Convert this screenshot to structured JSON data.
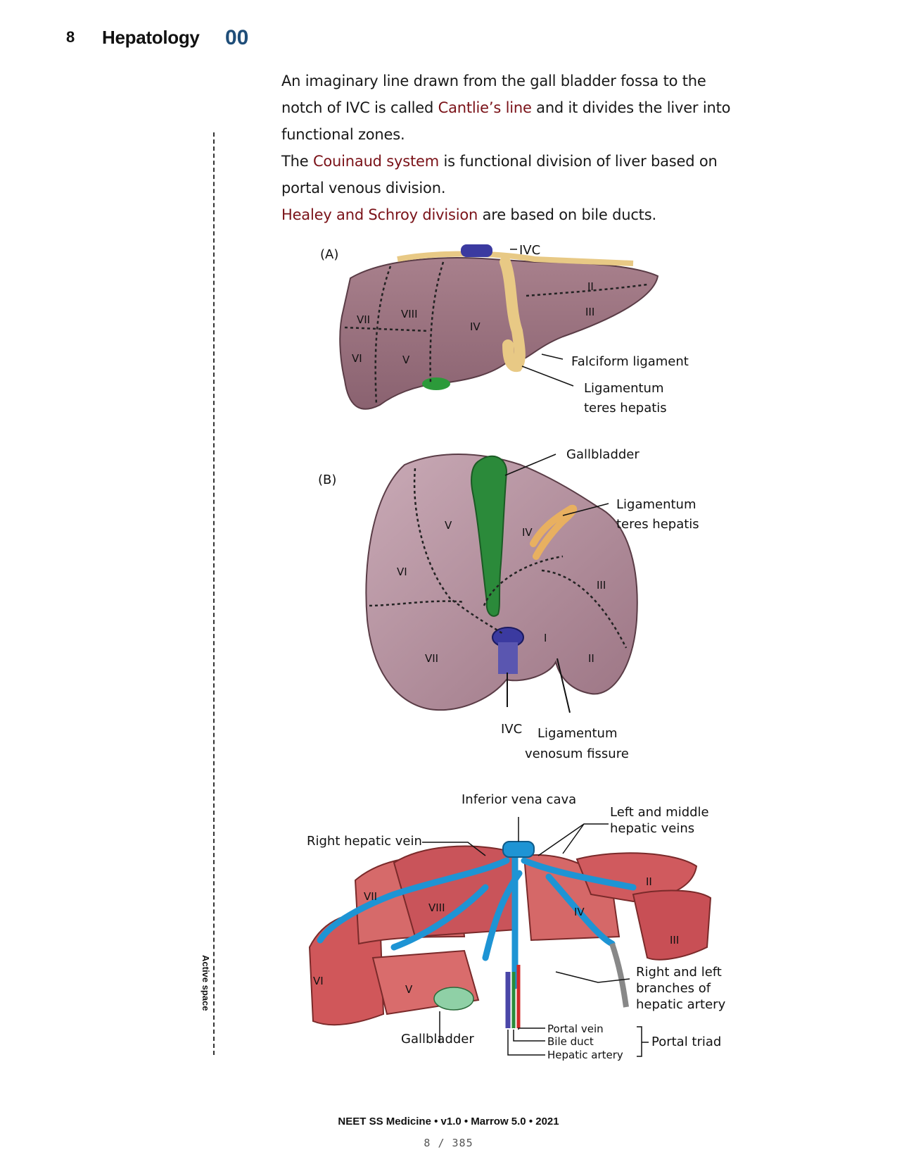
{
  "header": {
    "page_number": "8",
    "title": "Hepatology",
    "code": "00"
  },
  "sidebar": {
    "active_space": "Active space"
  },
  "body": {
    "p1_a": "An imaginary line drawn from the gall bladder fossa to the notch of IVC is called ",
    "p1_hl": "Cantlie’s line",
    "p1_b": " and it divides the liver into functional zones.",
    "p2_a": "The ",
    "p2_hl": "Couinaud system",
    "p2_b": " is functional division of liver based on portal venous division.",
    "p3_hl": "Healey and Schroy division",
    "p3_b": " are based on bile ducts."
  },
  "figA": {
    "tag": "(A)",
    "ivc": "IVC",
    "falciform": "Falciform ligament",
    "teres1": "Ligamentum",
    "teres2": "teres hepatis",
    "seg_vii": "VII",
    "seg_viii": "VIII",
    "seg_iv": "IV",
    "seg_vi": "VI",
    "seg_v": "V",
    "seg_ii": "II",
    "seg_iii": "III"
  },
  "figB": {
    "tag": "(B)",
    "gallbladder": "Gallbladder",
    "teres1": "Ligamentum",
    "teres2": "teres hepatis",
    "ivc": "IVC",
    "venosum1": "Ligamentum",
    "venosum2": "venosum fissure",
    "seg_v": "V",
    "seg_iv": "IV",
    "seg_vi": "VI",
    "seg_iii": "III",
    "seg_i": "I",
    "seg_vii": "VII",
    "seg_ii": "II"
  },
  "figC": {
    "ivc": "Inferior vena cava",
    "lm1": "Left and middle",
    "lm2": "hepatic veins",
    "rhv": "Right hepatic vein",
    "branches1": "Right and left",
    "branches2": "branches of",
    "branches3": "hepatic artery",
    "gallbladder": "Gallbladder",
    "portal_vein": "Portal vein",
    "bile_duct": "Bile duct",
    "hepatic_artery": "Hepatic artery",
    "portal_triad": "Portal triad",
    "seg_vii": "VII",
    "seg_viii": "VIII",
    "seg_iv": "IV",
    "seg_ii": "II",
    "seg_iii": "III",
    "seg_vi": "VI",
    "seg_v": "V"
  },
  "footer": {
    "text": "NEET SS Medicine • v1.0 • Marrow 5.0 • 2021",
    "page": "8 / 385"
  }
}
